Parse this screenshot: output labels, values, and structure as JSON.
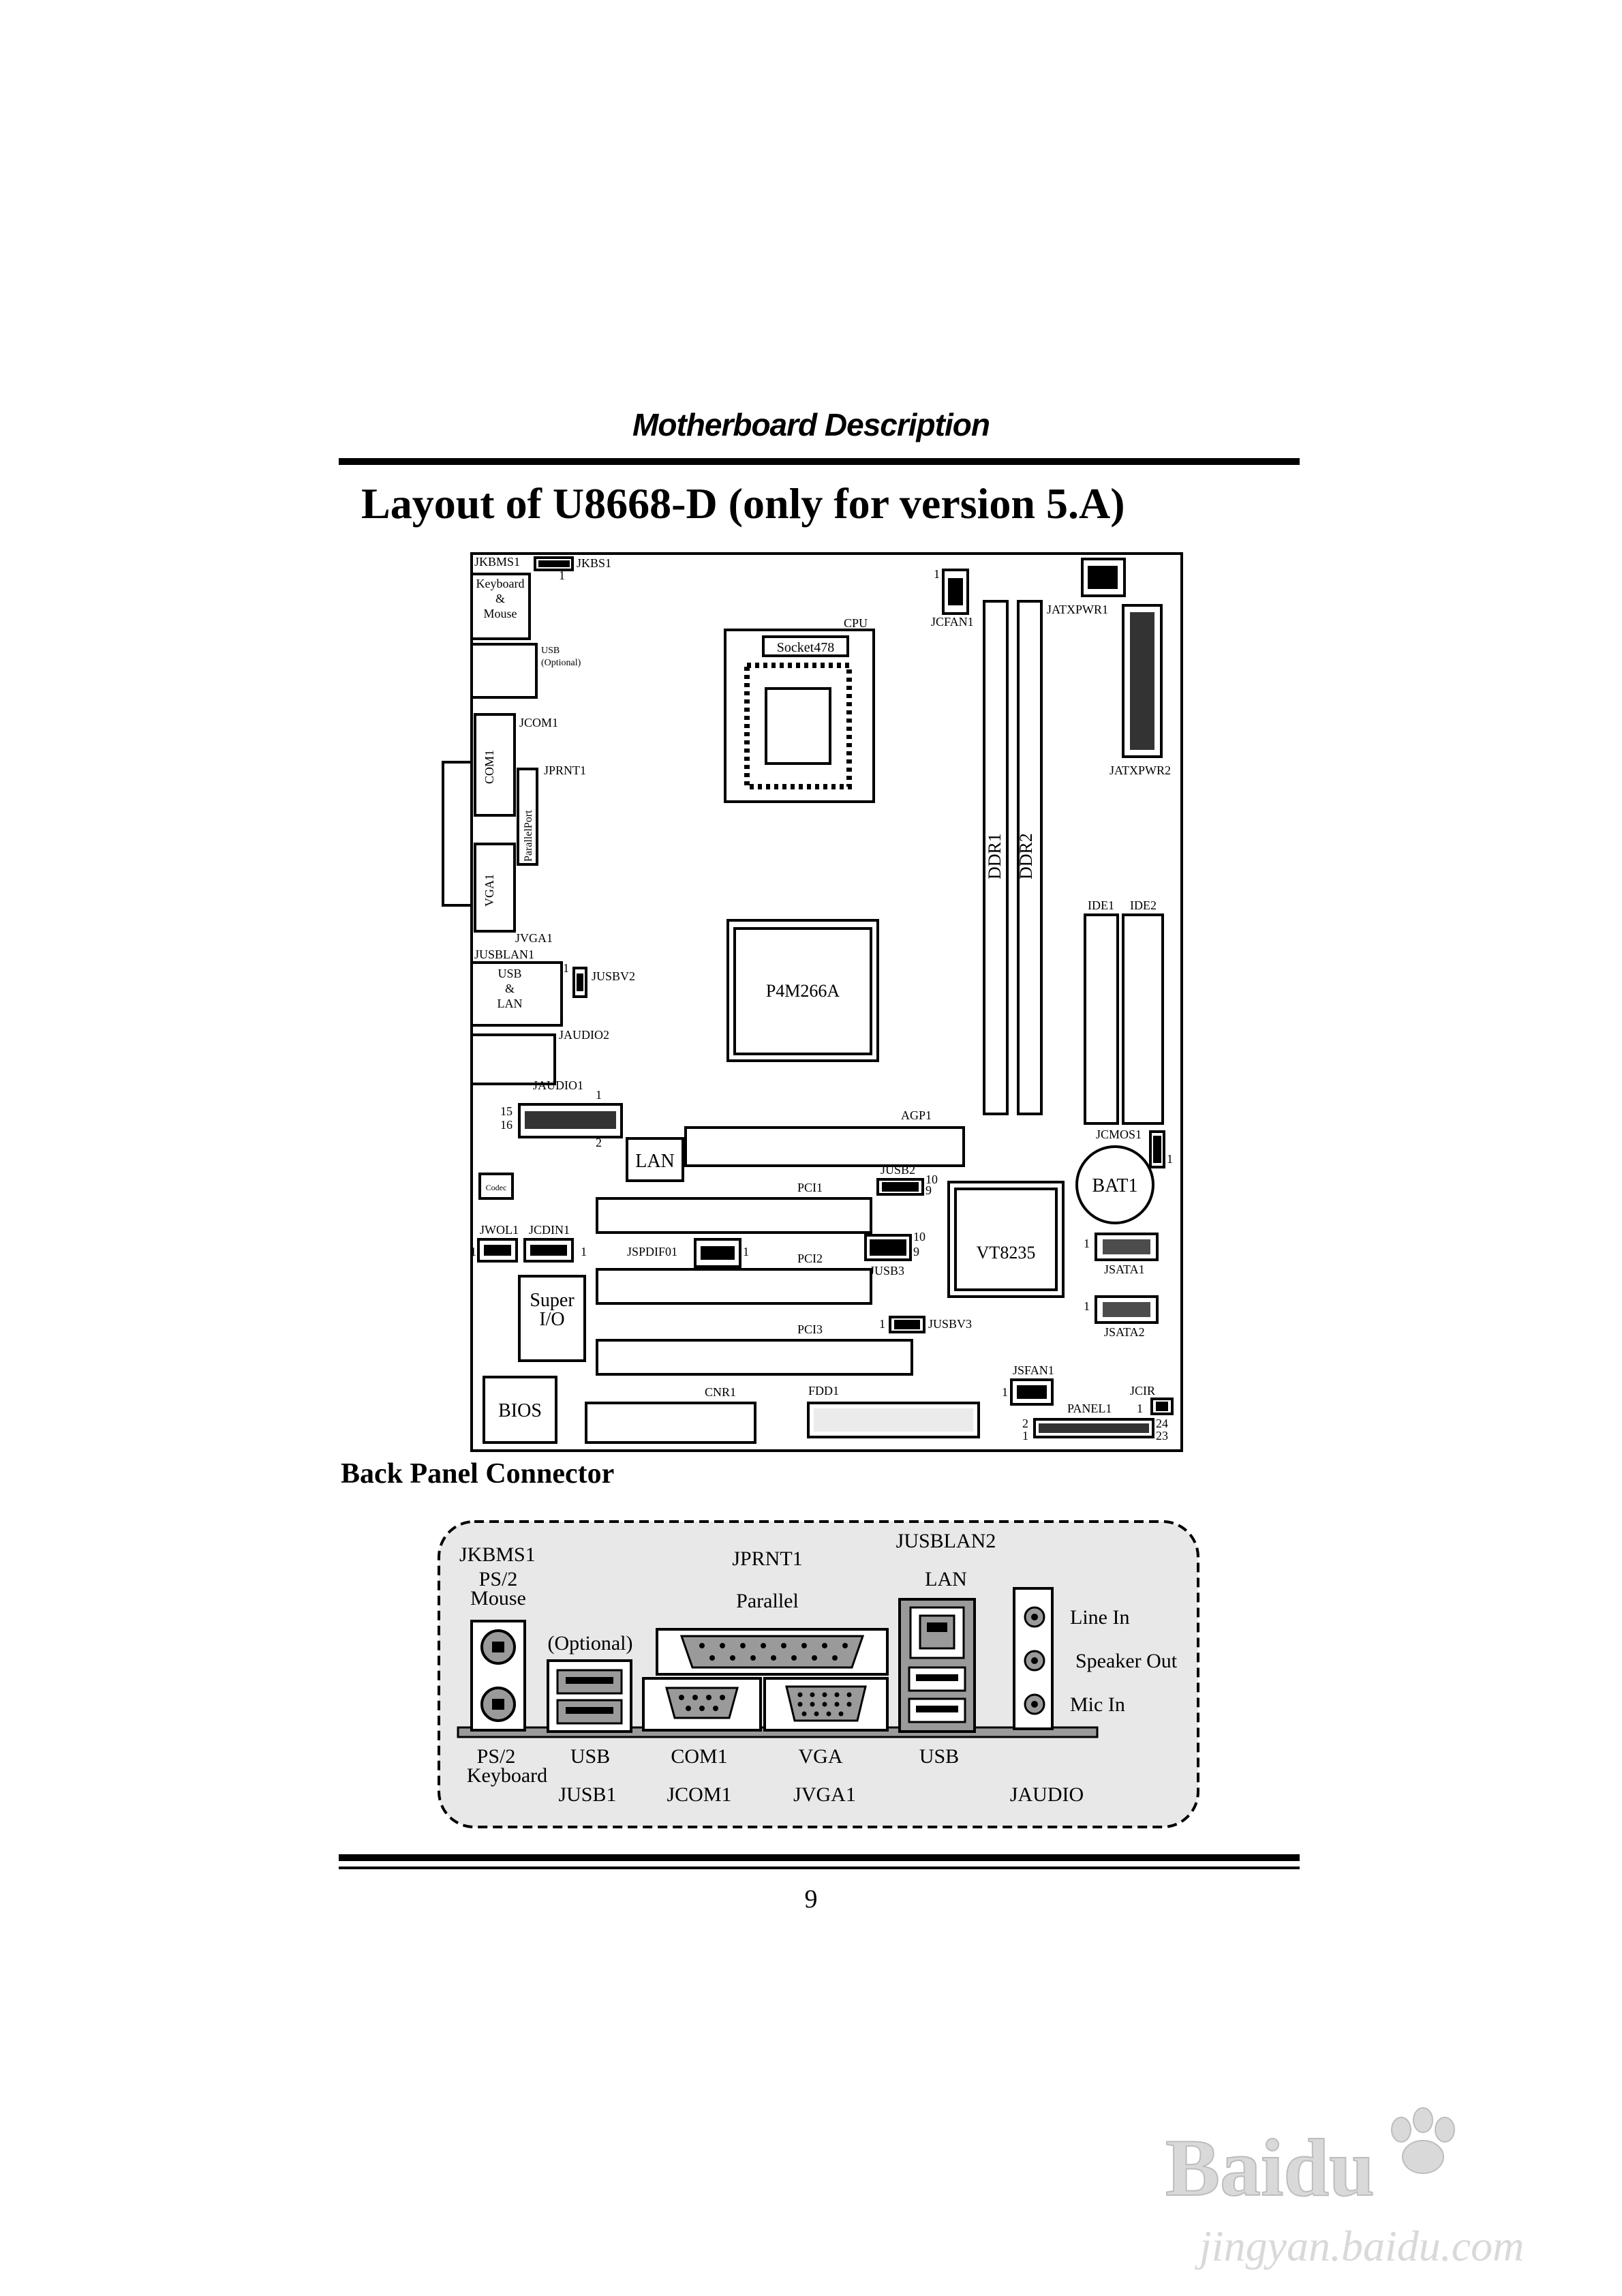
{
  "header": {
    "section_title": "Motherboard Description"
  },
  "layout": {
    "title": "Layout of U8668-D (only for version 5.A)",
    "labels": {
      "jkbms1": "JKBMS1",
      "jkbs1": "JKBS1",
      "pin1": "1",
      "keyboard_mouse": [
        "Keyboard",
        "&",
        "Mouse"
      ],
      "usb_optional": [
        "USB",
        "(Optional)"
      ],
      "jcom1": "JCOM1",
      "com1": "COM1",
      "jprnt1": "JPRNT1",
      "parallel_port": "ParallelPort",
      "vga1": "VGA1",
      "jvga1": "JVGA1",
      "jusblan1": "JUSBLAN1",
      "usb_lan": [
        "USB",
        "&",
        "LAN"
      ],
      "jusbv2": "JUSBV2",
      "jaudio2": "JAUDIO2",
      "jaudio1": "JAUDIO1",
      "p15": "15",
      "p16": "16",
      "p2": "2",
      "p10": "10",
      "p9": "9",
      "p24": "24",
      "p23": "23",
      "codec": "Codec",
      "lan": "LAN",
      "jwol1": "JWOL1",
      "jcdin1": "JCDIN1",
      "super_io": [
        "Super",
        "I/O"
      ],
      "bios": "BIOS",
      "cnr1": "CNR1",
      "fdd1": "FDD1",
      "pci1": "PCI1",
      "pci2": "PCI2",
      "pci3": "PCI3",
      "jspdif01": "JSPDIF01",
      "jusb2": "JUSB2",
      "jusb3": "JUSB3",
      "jusbv3": "JUSBV3",
      "agp1": "AGP1",
      "cpu": "CPU",
      "socket478": "Socket478",
      "jcfan1": "JCFAN1",
      "jatxpwr1": "JATXPWR1",
      "jatxpwr2": "JATXPWR2",
      "ddr1": "DDR1",
      "ddr2": "DDR2",
      "ide1": "IDE1",
      "ide2": "IDE2",
      "p4m266a": "P4M266A",
      "jcmos1": "JCMOS1",
      "bat1": "BAT1",
      "vt8235": "VT8235",
      "jsata1": "JSATA1",
      "jsata2": "JSATA2",
      "jsfan1": "JSFAN1",
      "panel1": "PANEL1",
      "jcir": "JCIR"
    }
  },
  "back_panel": {
    "title": "Back Panel Connector",
    "labels": {
      "jkbms1": "JKBMS1",
      "ps2_mouse": [
        "PS/2",
        "Mouse"
      ],
      "optional": "(Optional)",
      "jprnt1": "JPRNT1",
      "parallel": "Parallel",
      "jusblan2": "JUSBLAN2",
      "lan": "LAN",
      "line_in": "Line In",
      "speaker_out": "Speaker Out",
      "mic_in": "Mic In",
      "ps2_keyboard": [
        "PS/2",
        "Keyboard"
      ],
      "usb_left": "USB",
      "com1": "COM1",
      "vga": "VGA",
      "usb_right": "USB",
      "jusb1": "JUSB1",
      "jcom1": "JCOM1",
      "jvga1": "JVGA1",
      "jaudio": "JAUDIO"
    }
  },
  "footer": {
    "page_number": "9"
  },
  "watermark": {
    "brand": "Baidu",
    "site": "jingyan.baidu.com"
  },
  "colors": {
    "ink": "#000000",
    "panel_fill": "#e8e8e8",
    "port_gray": "#9a9a9a",
    "watermark": "#d9d9d9"
  }
}
